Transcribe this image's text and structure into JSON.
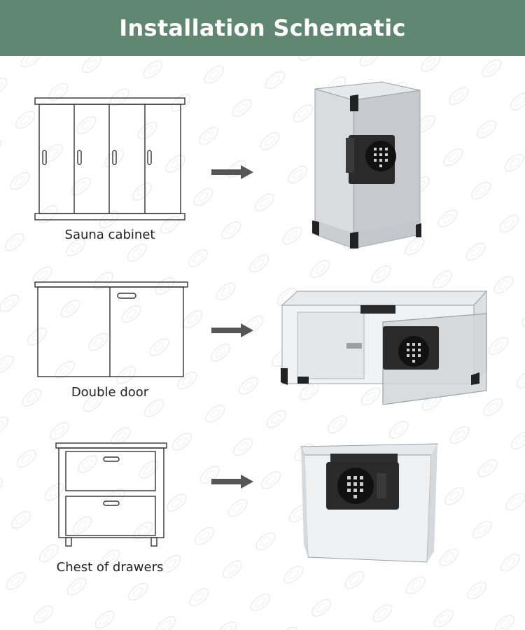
{
  "header": {
    "title": "Installation Schematic"
  },
  "colors": {
    "header_bg": "#5f8670",
    "arrow": "#555555",
    "line": "#333333",
    "lock_body": "#1e1e1e"
  },
  "rows": [
    {
      "caption": "Sauna cabinet"
    },
    {
      "caption": "Double door"
    },
    {
      "caption": "Chest of drawers"
    }
  ],
  "icons": {
    "arrow": "arrow-right-icon",
    "sketch_1": "sauna-cabinet-sketch",
    "sketch_2": "double-door-sketch",
    "sketch_3": "chest-of-drawers-sketch",
    "render_1": "glass-cabinet-with-keypad-lock",
    "render_2": "glass-double-door-with-keypad-lock",
    "render_3": "glass-drawer-with-keypad-lock"
  }
}
